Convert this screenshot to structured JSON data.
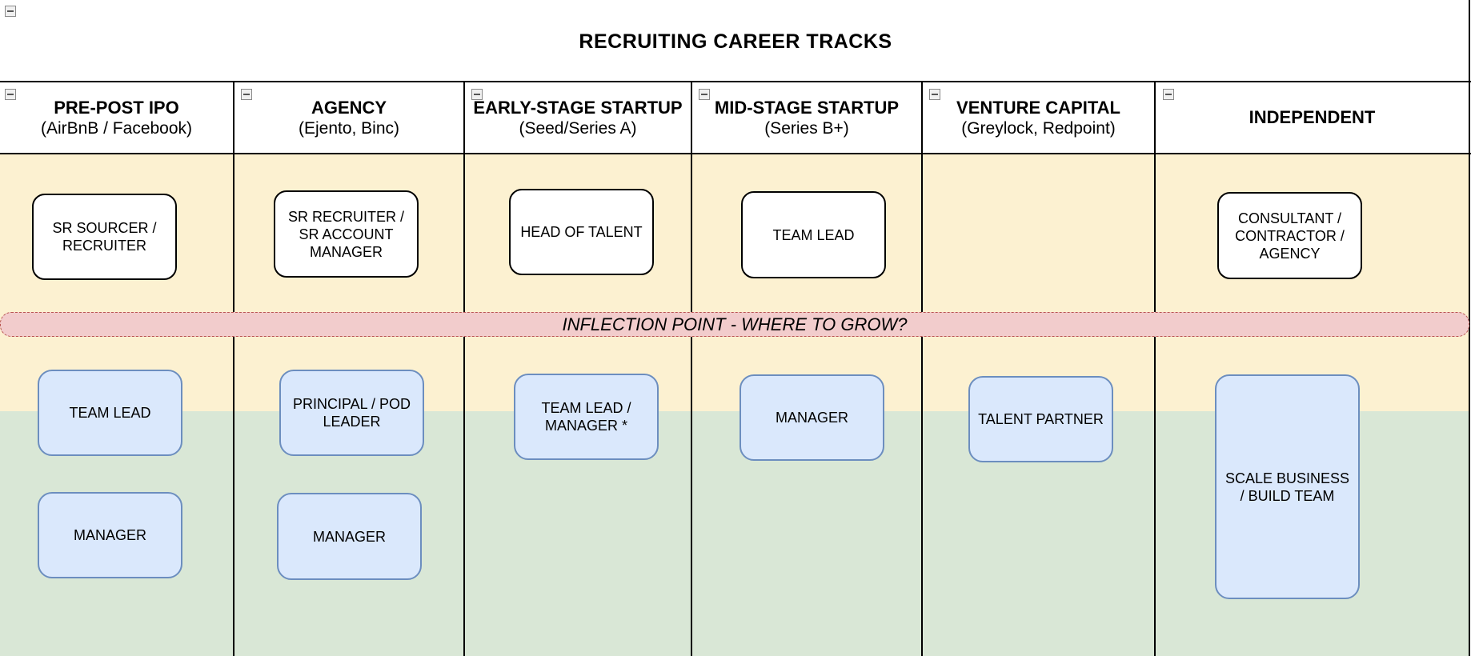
{
  "title": "RECRUITING CAREER TRACKS",
  "inflection_label": "INFLECTION POINT - WHERE TO GROW?",
  "colors": {
    "upper_band": "#fcf1d1",
    "lower_band": "#d9e7d6",
    "inflection_fill": "#f2cccc",
    "inflection_border": "#b85450",
    "growth_box_fill": "#dae8fc",
    "growth_box_border": "#6c8ebf"
  },
  "columns": [
    {
      "title": "PRE-POST IPO",
      "subtitle": "(AirBnB / Facebook)"
    },
    {
      "title": "AGENCY",
      "subtitle": "(Ejento, Binc)"
    },
    {
      "title": "EARLY-STAGE STARTUP",
      "subtitle": "(Seed/Series A)"
    },
    {
      "title": "MID-STAGE STARTUP",
      "subtitle": "(Series B+)"
    },
    {
      "title": "VENTURE CAPITAL",
      "subtitle": "(Greylock, Redpoint)"
    },
    {
      "title": "INDEPENDENT",
      "subtitle": ""
    }
  ],
  "boxes": {
    "c1_top": "SR SOURCER / RECRUITER",
    "c1_lead": "TEAM LEAD",
    "c1_manager": "MANAGER",
    "c2_top": "SR RECRUITER  / SR ACCOUNT MANAGER",
    "c2_lead": "PRINCIPAL / POD LEADER",
    "c2_manager": "MANAGER",
    "c3_top": "HEAD OF TALENT",
    "c3_lead": "TEAM LEAD / MANAGER *",
    "c4_top": "TEAM LEAD",
    "c4_manager": "MANAGER",
    "c5_partner": "TALENT PARTNER",
    "c6_top": "CONSULTANT / CONTRACTOR / AGENCY",
    "c6_scale": "SCALE BUSINESS / BUILD TEAM"
  }
}
